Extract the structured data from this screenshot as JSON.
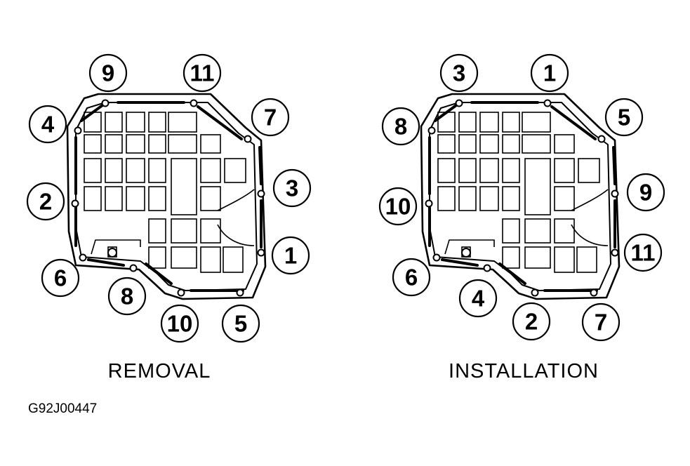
{
  "diagram_code": "G92J00447",
  "panels": [
    {
      "id": "removal",
      "caption": "REMOVAL",
      "bolt_numbers": [
        "9",
        "11",
        "4",
        "7",
        "3",
        "2",
        "1",
        "6",
        "8",
        "10",
        "5"
      ]
    },
    {
      "id": "installation",
      "caption": "INSTALLATION",
      "bolt_numbers": [
        "3",
        "1",
        "8",
        "5",
        "9",
        "10",
        "11",
        "6",
        "4",
        "2",
        "7"
      ]
    }
  ]
}
